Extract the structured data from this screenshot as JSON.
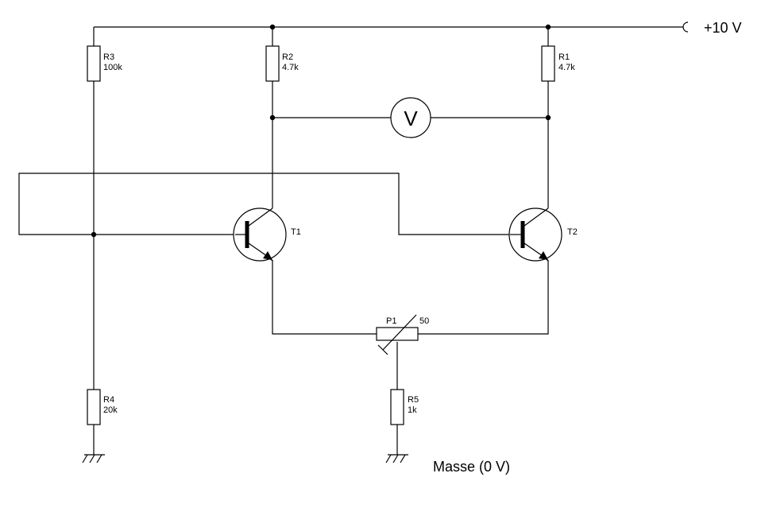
{
  "supply_label": "+10 V",
  "ground_label": "Masse (0 V)",
  "meter_symbol": "V",
  "components": {
    "R1": {
      "name": "R1",
      "value": "4.7k"
    },
    "R2": {
      "name": "R2",
      "value": "4.7k"
    },
    "R3": {
      "name": "R3",
      "value": "100k"
    },
    "R4": {
      "name": "R4",
      "value": "20k"
    },
    "R5": {
      "name": "R5",
      "value": "1k"
    },
    "P1": {
      "name": "P1",
      "value": "50"
    },
    "T1": {
      "name": "T1"
    },
    "T2": {
      "name": "T2"
    }
  }
}
